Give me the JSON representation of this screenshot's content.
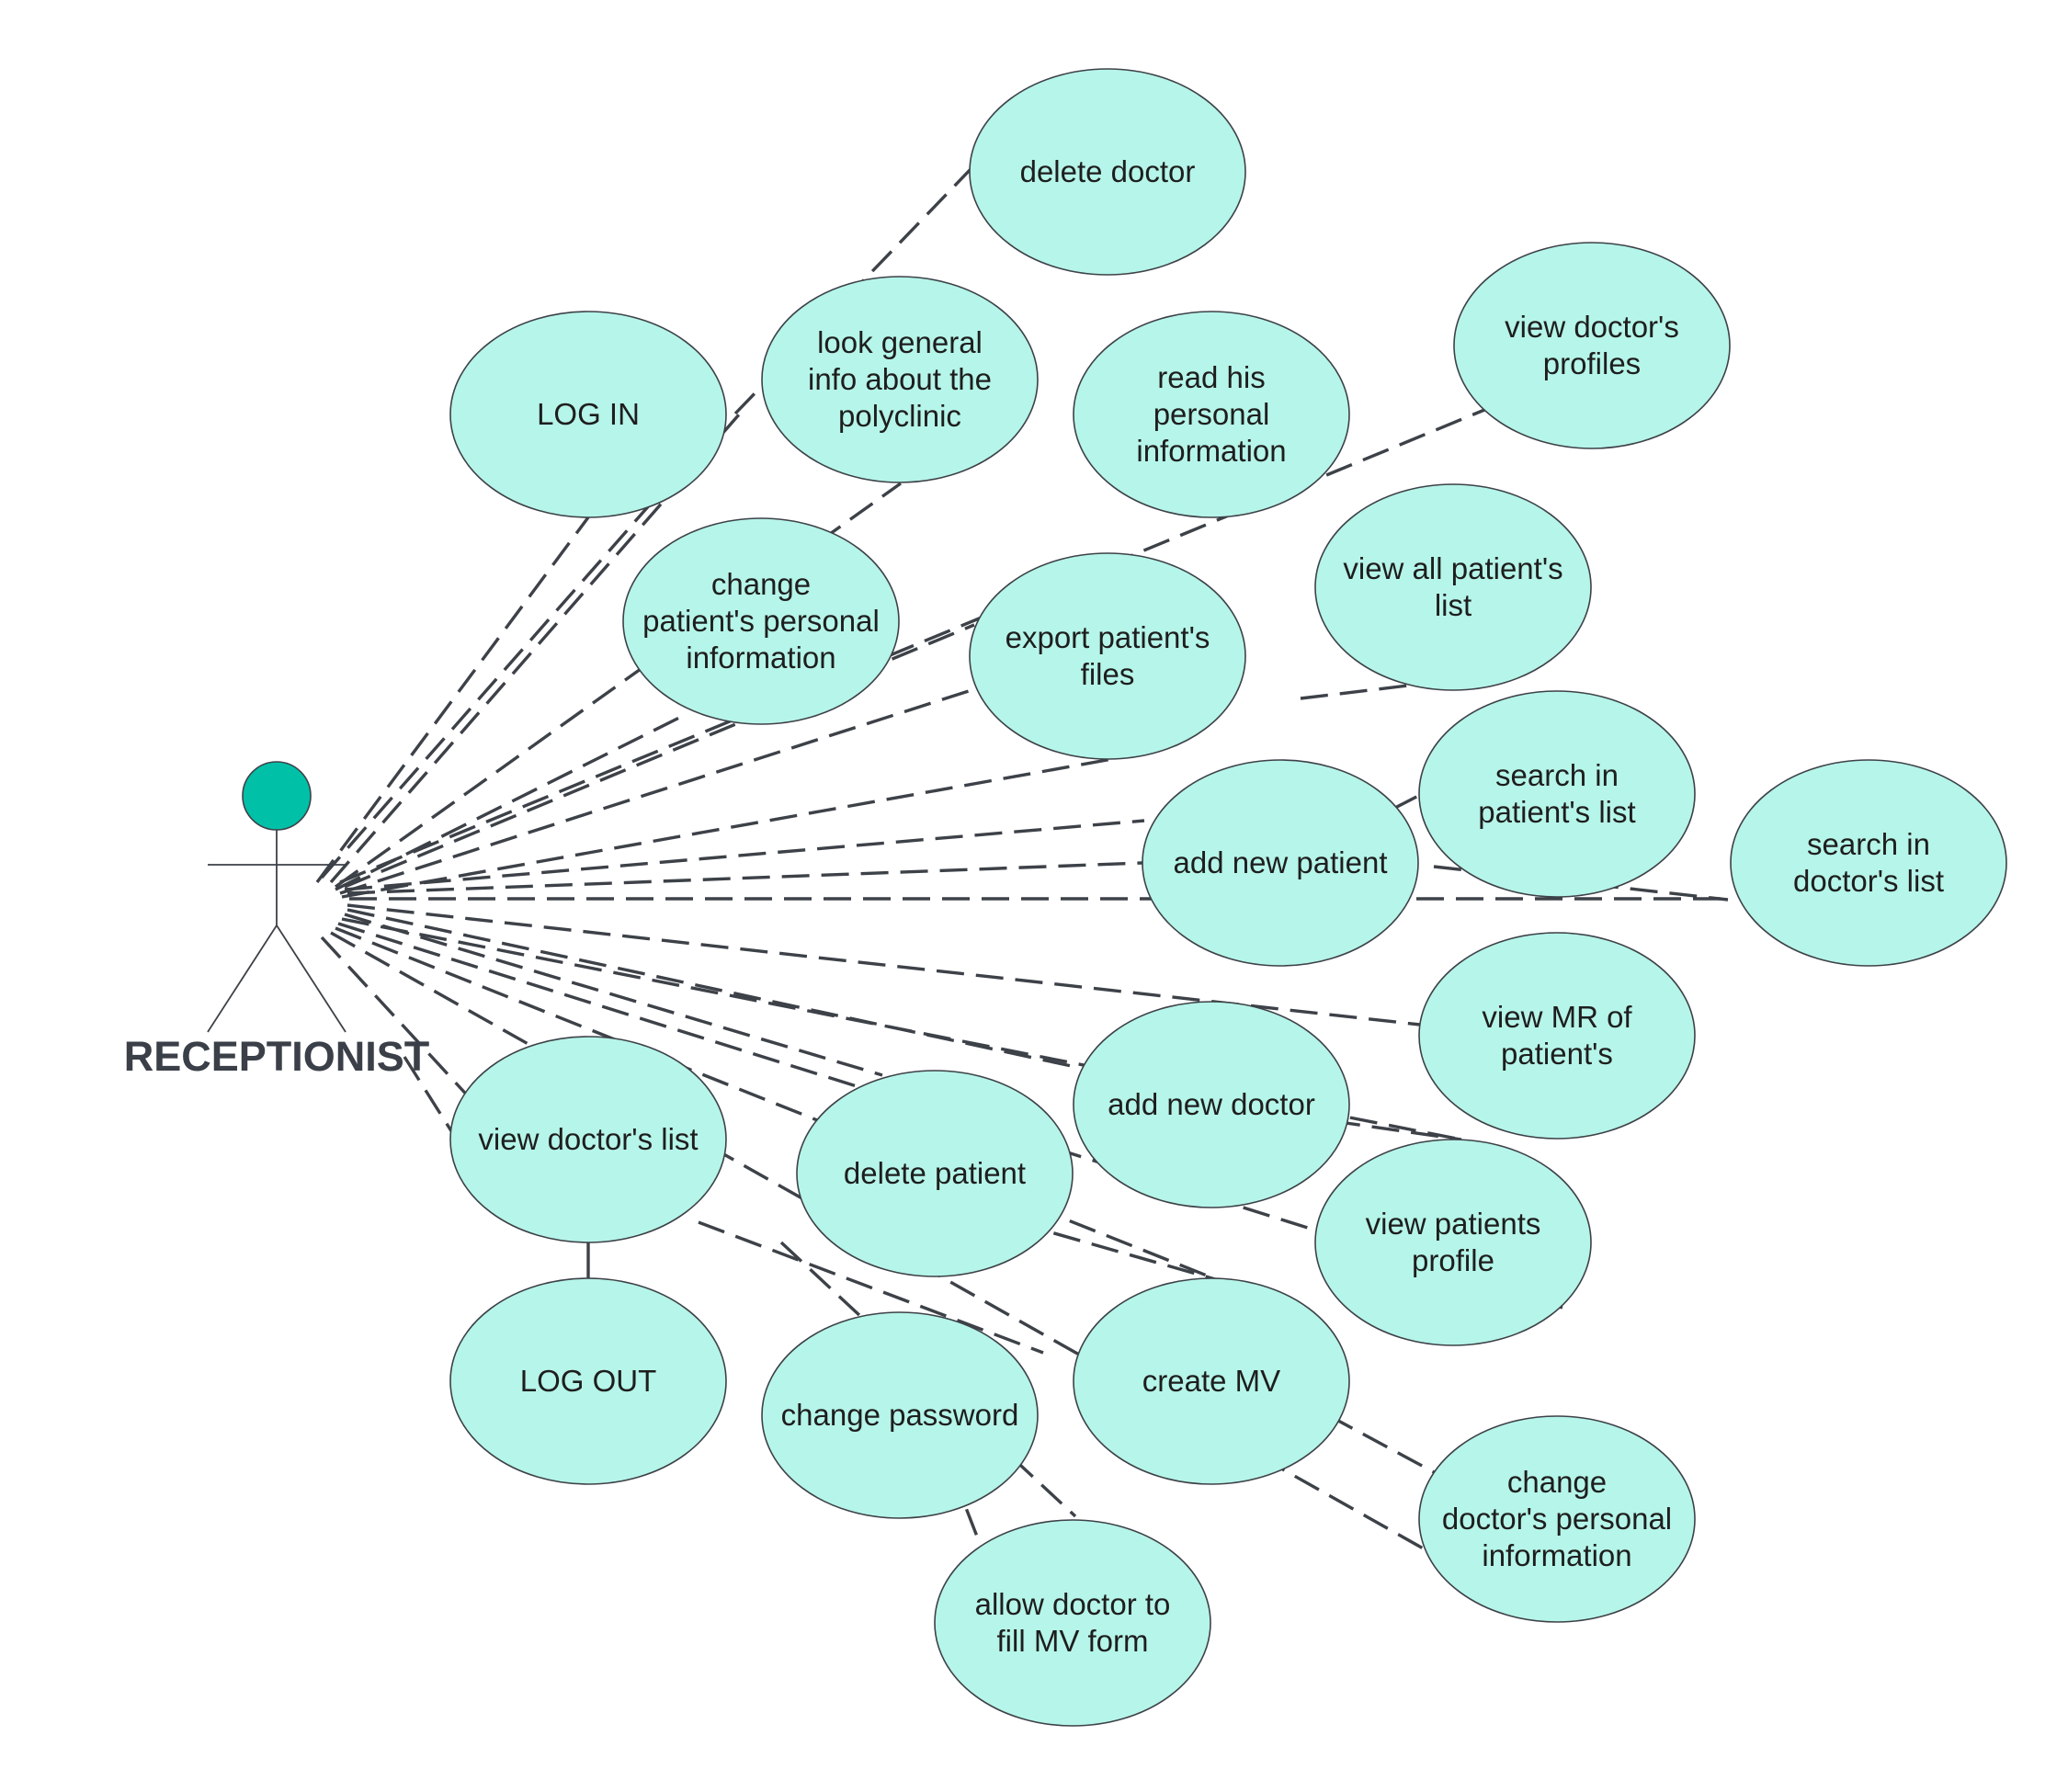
{
  "actor": {
    "label": "RECEPTIONIST"
  },
  "colors": {
    "use_case_fill": "#b6f5e9",
    "actor_head": "#00c0a8",
    "line": "#3d4148"
  },
  "use_cases": [
    {
      "id": "delete-doctor",
      "lines": [
        "delete doctor"
      ]
    },
    {
      "id": "log-in",
      "lines": [
        "LOG IN"
      ]
    },
    {
      "id": "look-general-info",
      "lines": [
        "look general",
        "info about the",
        "polyclinic"
      ]
    },
    {
      "id": "read-personal-info",
      "lines": [
        "read his",
        "personal",
        "information"
      ]
    },
    {
      "id": "view-doctors-profiles",
      "lines": [
        "view doctor's",
        "profiles"
      ]
    },
    {
      "id": "change-patients-info",
      "lines": [
        "change",
        "patient's personal",
        "information"
      ]
    },
    {
      "id": "export-patients-files",
      "lines": [
        "export patient's",
        "files"
      ]
    },
    {
      "id": "view-all-patients-list",
      "lines": [
        "view all patient's",
        "list"
      ]
    },
    {
      "id": "search-patients-list",
      "lines": [
        "search in",
        "patient's list"
      ]
    },
    {
      "id": "add-new-patient",
      "lines": [
        "add new patient"
      ]
    },
    {
      "id": "search-doctors-list",
      "lines": [
        "search in",
        "doctor's list"
      ]
    },
    {
      "id": "view-mr-of-patients",
      "lines": [
        "view MR of",
        "patient's"
      ]
    },
    {
      "id": "view-doctors-list",
      "lines": [
        "view doctor's list"
      ]
    },
    {
      "id": "add-new-doctor",
      "lines": [
        "add new doctor"
      ]
    },
    {
      "id": "delete-patient",
      "lines": [
        "delete patient"
      ]
    },
    {
      "id": "view-patients-profile",
      "lines": [
        "view patients",
        "profile"
      ]
    },
    {
      "id": "log-out",
      "lines": [
        "LOG OUT"
      ]
    },
    {
      "id": "change-password",
      "lines": [
        "change password"
      ]
    },
    {
      "id": "create-mv",
      "lines": [
        "create MV"
      ]
    },
    {
      "id": "change-doctors-info",
      "lines": [
        "change",
        "doctor's personal",
        "information"
      ]
    },
    {
      "id": "allow-doctor-fill-mv",
      "lines": [
        "allow doctor to",
        "fill MV form"
      ]
    }
  ]
}
